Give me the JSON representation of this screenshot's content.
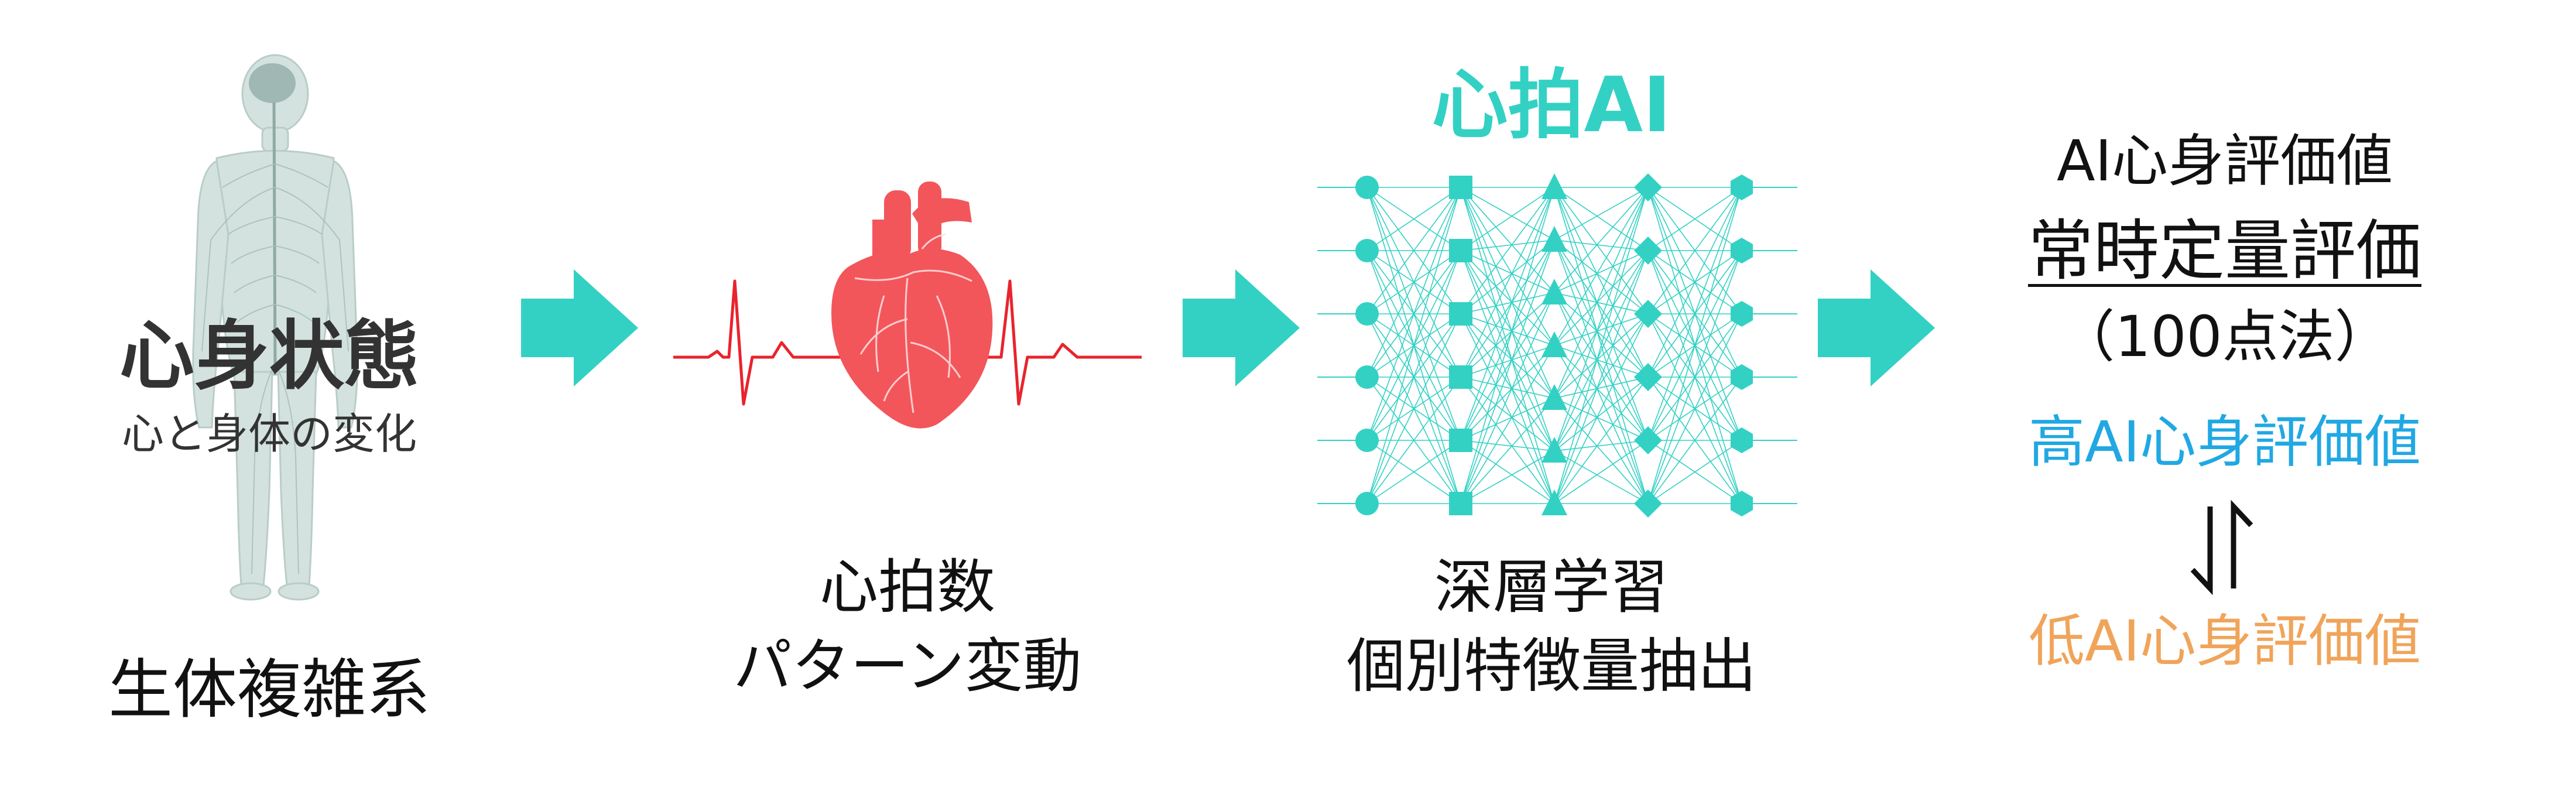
{
  "colors": {
    "teal": "#33d1c4",
    "heart_red": "#f2565b",
    "ecg_red": "#e8242c",
    "body_gray": "#c8d9d5",
    "nerve_gray": "#9fb8b3",
    "dark_text": "#222222",
    "blue_text": "#21a8e3",
    "orange_text": "#f0a45a"
  },
  "panel_body": {
    "title": "心身状態",
    "subtitle": "心と身体の変化",
    "caption": "生体複雑系",
    "figure_icon": "human-nervous-system-figure"
  },
  "panel_heart": {
    "caption_line1": "心拍数",
    "caption_line2": "パターン変動",
    "heart_icon": "anatomical-heart-icon",
    "ecg_icon": "ecg-waveform"
  },
  "panel_ai": {
    "title": "心拍AI",
    "caption_line1": "深層学習",
    "caption_line2": "個別特徴量抽出",
    "network_icon": "neural-network-diagram"
  },
  "panel_result": {
    "heading": "AI心身評価値",
    "subheading": "常時定量評価",
    "scale_note": "（100点法）",
    "high_label": "高AI心身評価値",
    "low_label": "低AI心身評価値",
    "arrows_icon": "up-down-equilibrium-arrows-icon"
  },
  "flow_arrows": [
    "arrow-right-icon",
    "arrow-right-icon",
    "arrow-right-icon"
  ]
}
